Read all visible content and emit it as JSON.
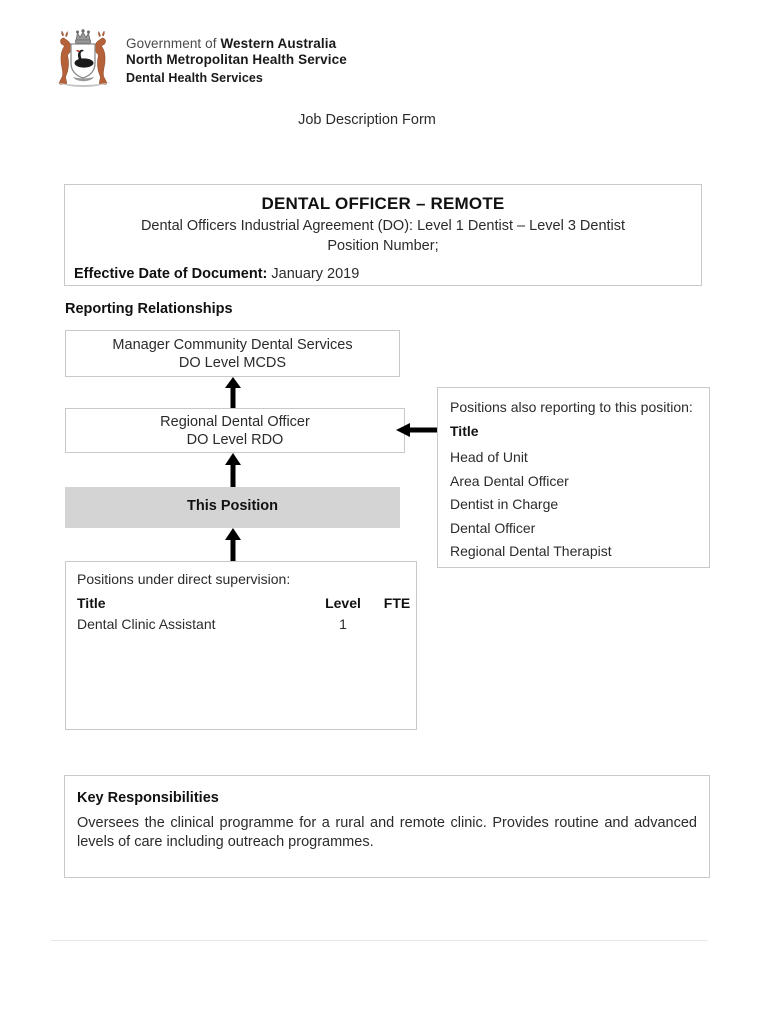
{
  "header": {
    "crest_icon": "wa-coat-of-arms-icon",
    "government_line": "Government of ",
    "government_line_bold": "Western Australia",
    "agency": "North Metropolitan Health Service",
    "division": "Dental Health Services",
    "document_kind": "Job Description Form"
  },
  "title_block": {
    "job_title": "DENTAL OFFICER – REMOTE",
    "award": "Dental Officers Industrial Agreement (DO): Level 1 Dentist – Level 3 Dentist",
    "position_number": "Position Number;",
    "effective_date_label": "Effective Date of Document:",
    "effective_date_value": "January 2019"
  },
  "reporting": {
    "heading": "Reporting Relationships",
    "nodes": [
      {
        "line1": "Manager Community Dental Services",
        "line2": "DO Level MCDS"
      },
      {
        "line1": "Regional Dental Officer",
        "line2": "DO Level RDO"
      }
    ],
    "this_position_label": "This Position",
    "also_reporting": {
      "intro": "Positions also reporting to this position:",
      "column_header": "Title",
      "items": [
        "Head of Unit",
        "Area Dental Officer",
        "Dentist in Charge",
        "Dental Officer",
        "Regional Dental Therapist"
      ]
    },
    "subordinates": {
      "intro": "Positions under direct supervision:",
      "columns": [
        "Title",
        "Level",
        "FTE"
      ],
      "rows": [
        {
          "title": "Dental Clinic Assistant",
          "level": "1",
          "fte": ""
        }
      ]
    }
  },
  "key_responsibilities": {
    "heading": "Key Responsibilities",
    "body": "Oversees the clinical programme for a rural and remote clinic. Provides routine and advanced levels of care including outreach programmes."
  },
  "colors": {
    "this_position_fill": "#d4d4d4",
    "box_border": "#c9c9c9",
    "text": "#2b2b2b",
    "crest_kangaroo": "#b5623a",
    "crest_outline": "#6b6b6b"
  }
}
